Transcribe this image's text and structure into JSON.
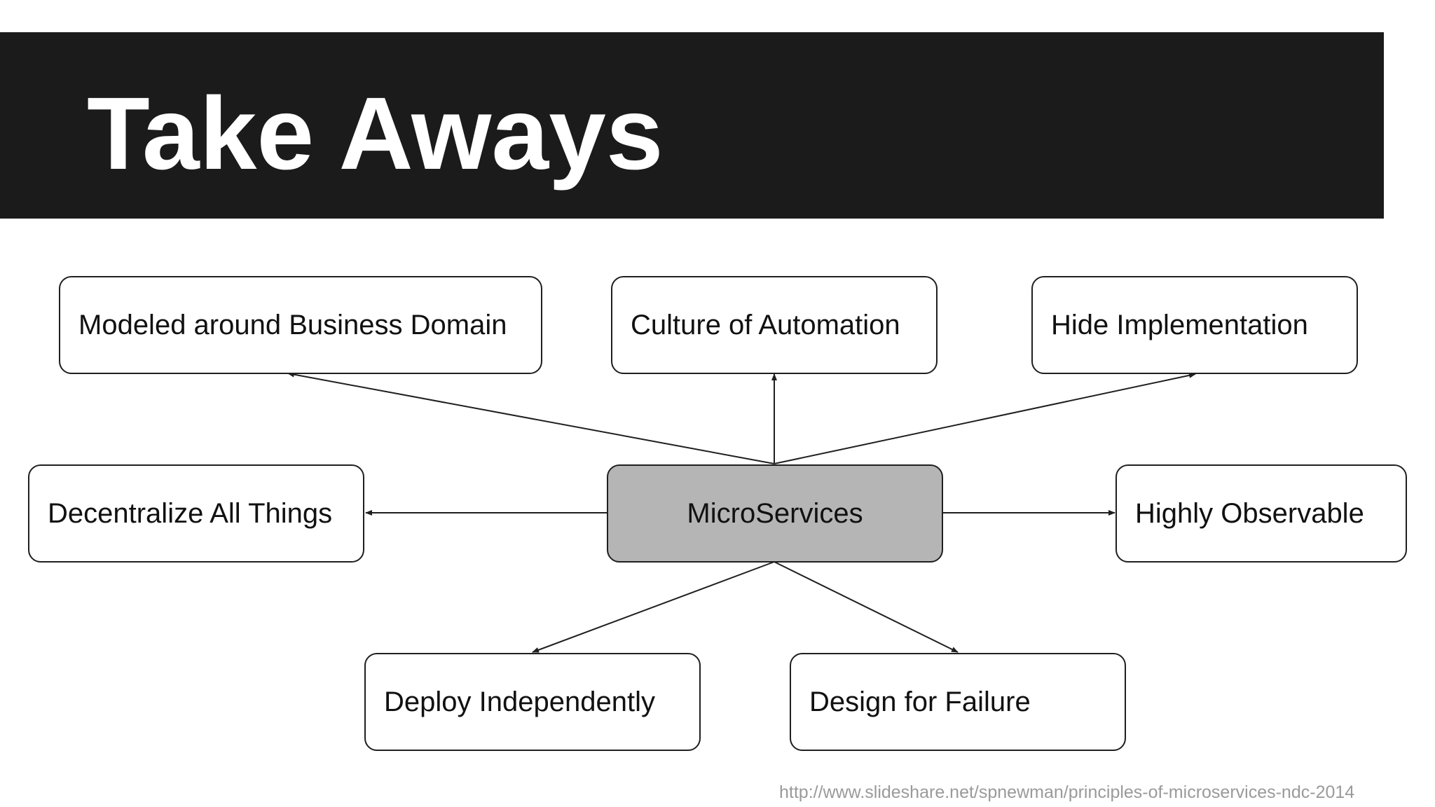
{
  "slide": {
    "title": "Take Aways",
    "footer_url": "http://www.slideshare.net/spnewman/principles-of-microservices-ndc-2014"
  },
  "diagram": {
    "center": "MicroServices",
    "nodes": {
      "business_domain": "Modeled around Business Domain",
      "automation": "Culture of Automation",
      "hide_implementation": "Hide Implementation",
      "decentralize": "Decentralize All Things",
      "observable": "Highly Observable",
      "deploy": "Deploy Independently",
      "failure": "Design for Failure"
    }
  },
  "colors": {
    "title_bar": "#1b1b1b",
    "center_fill": "#b5b5b5",
    "stroke": "#1f1f1f",
    "footer_text": "#9a9a9a"
  }
}
